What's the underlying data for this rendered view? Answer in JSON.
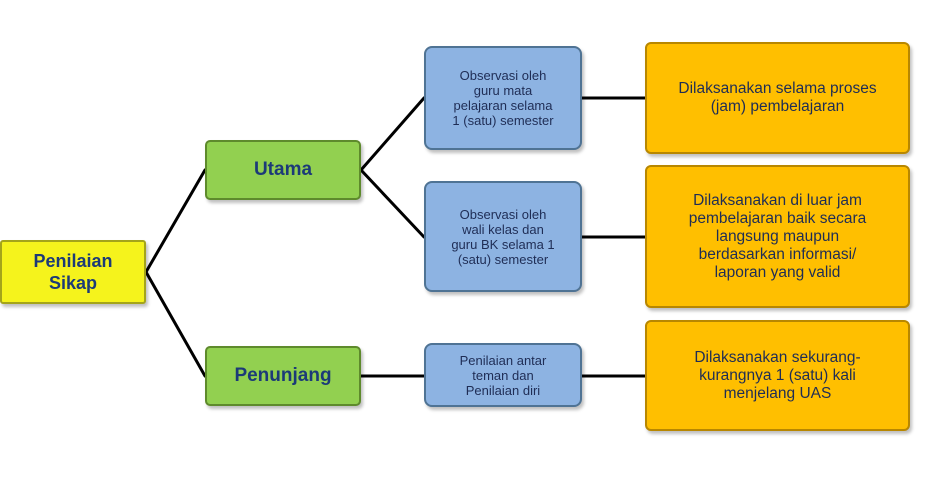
{
  "diagram": {
    "root": {
      "label": "Penilaian\nSikap"
    },
    "branches": [
      {
        "label": "Utama",
        "methods": [
          {
            "label": "Observasi oleh\nguru mata\npelajaran selama\n1 (satu) semester",
            "detail": "Dilaksanakan selama proses\n(jam) pembelajaran"
          },
          {
            "label": "Observasi oleh\nwali kelas dan\nguru BK selama 1\n(satu) semester",
            "detail": "Dilaksanakan di luar jam\npembelajaran baik secara\nlangsung maupun\nberdasarkan informasi/\nlaporan yang valid"
          }
        ]
      },
      {
        "label": "Penunjang",
        "methods": [
          {
            "label": "Penilaian antar\nteman dan\nPenilaian diri",
            "detail": "Dilaksanakan sekurang-\nkurangnya 1 (satu) kali\nmenjelang UAS"
          }
        ]
      }
    ],
    "colors": {
      "root": "#f5f31c",
      "branch": "#92d050",
      "method": "#8db3e2",
      "detail": "#ffbf00",
      "text": "#1c3a78",
      "connector": "#000000"
    }
  }
}
